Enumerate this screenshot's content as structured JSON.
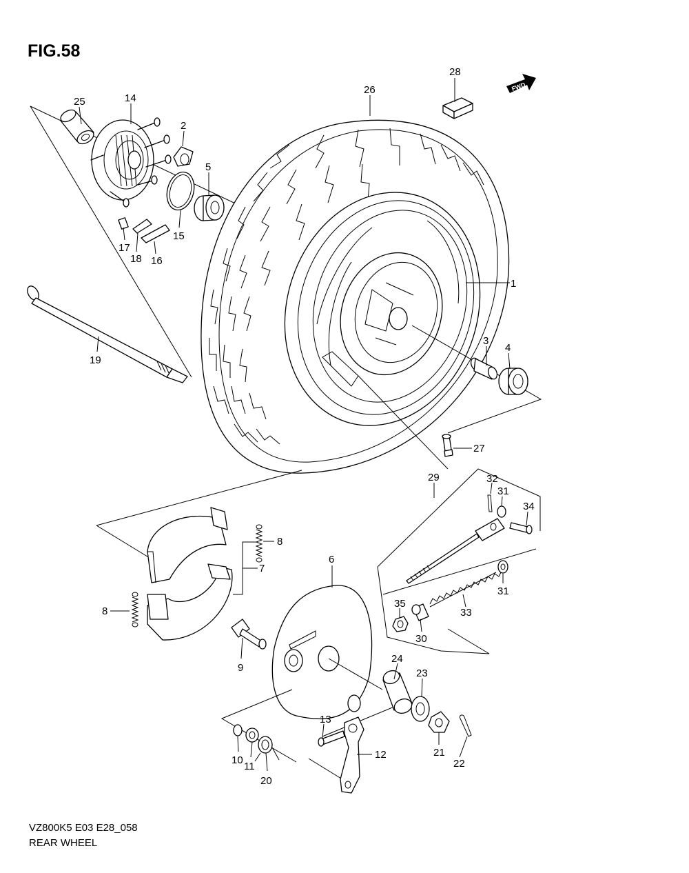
{
  "figure": {
    "title": "FIG.58",
    "model_code": "VZ800K5 E03 E28_058",
    "caption": "REAR WHEEL",
    "direction_badge": "FWD"
  },
  "callouts": {
    "p1": "1",
    "p2": "2",
    "p3": "3",
    "p4": "4",
    "p5": "5",
    "p6": "6",
    "p7": "7",
    "p8a": "8",
    "p8b": "8",
    "p9": "9",
    "p10": "10",
    "p11": "11",
    "p12": "12",
    "p13": "13",
    "p14": "14",
    "p15": "15",
    "p16": "16",
    "p17": "17",
    "p18": "18",
    "p19": "19",
    "p20": "20",
    "p21": "21",
    "p22": "22",
    "p23": "23",
    "p24": "24",
    "p25": "25",
    "p26": "26",
    "p27": "27",
    "p28": "28",
    "p29": "29",
    "p30": "30",
    "p31a": "31",
    "p31b": "31",
    "p32": "32",
    "p33": "33",
    "p34": "34",
    "p35": "35"
  }
}
